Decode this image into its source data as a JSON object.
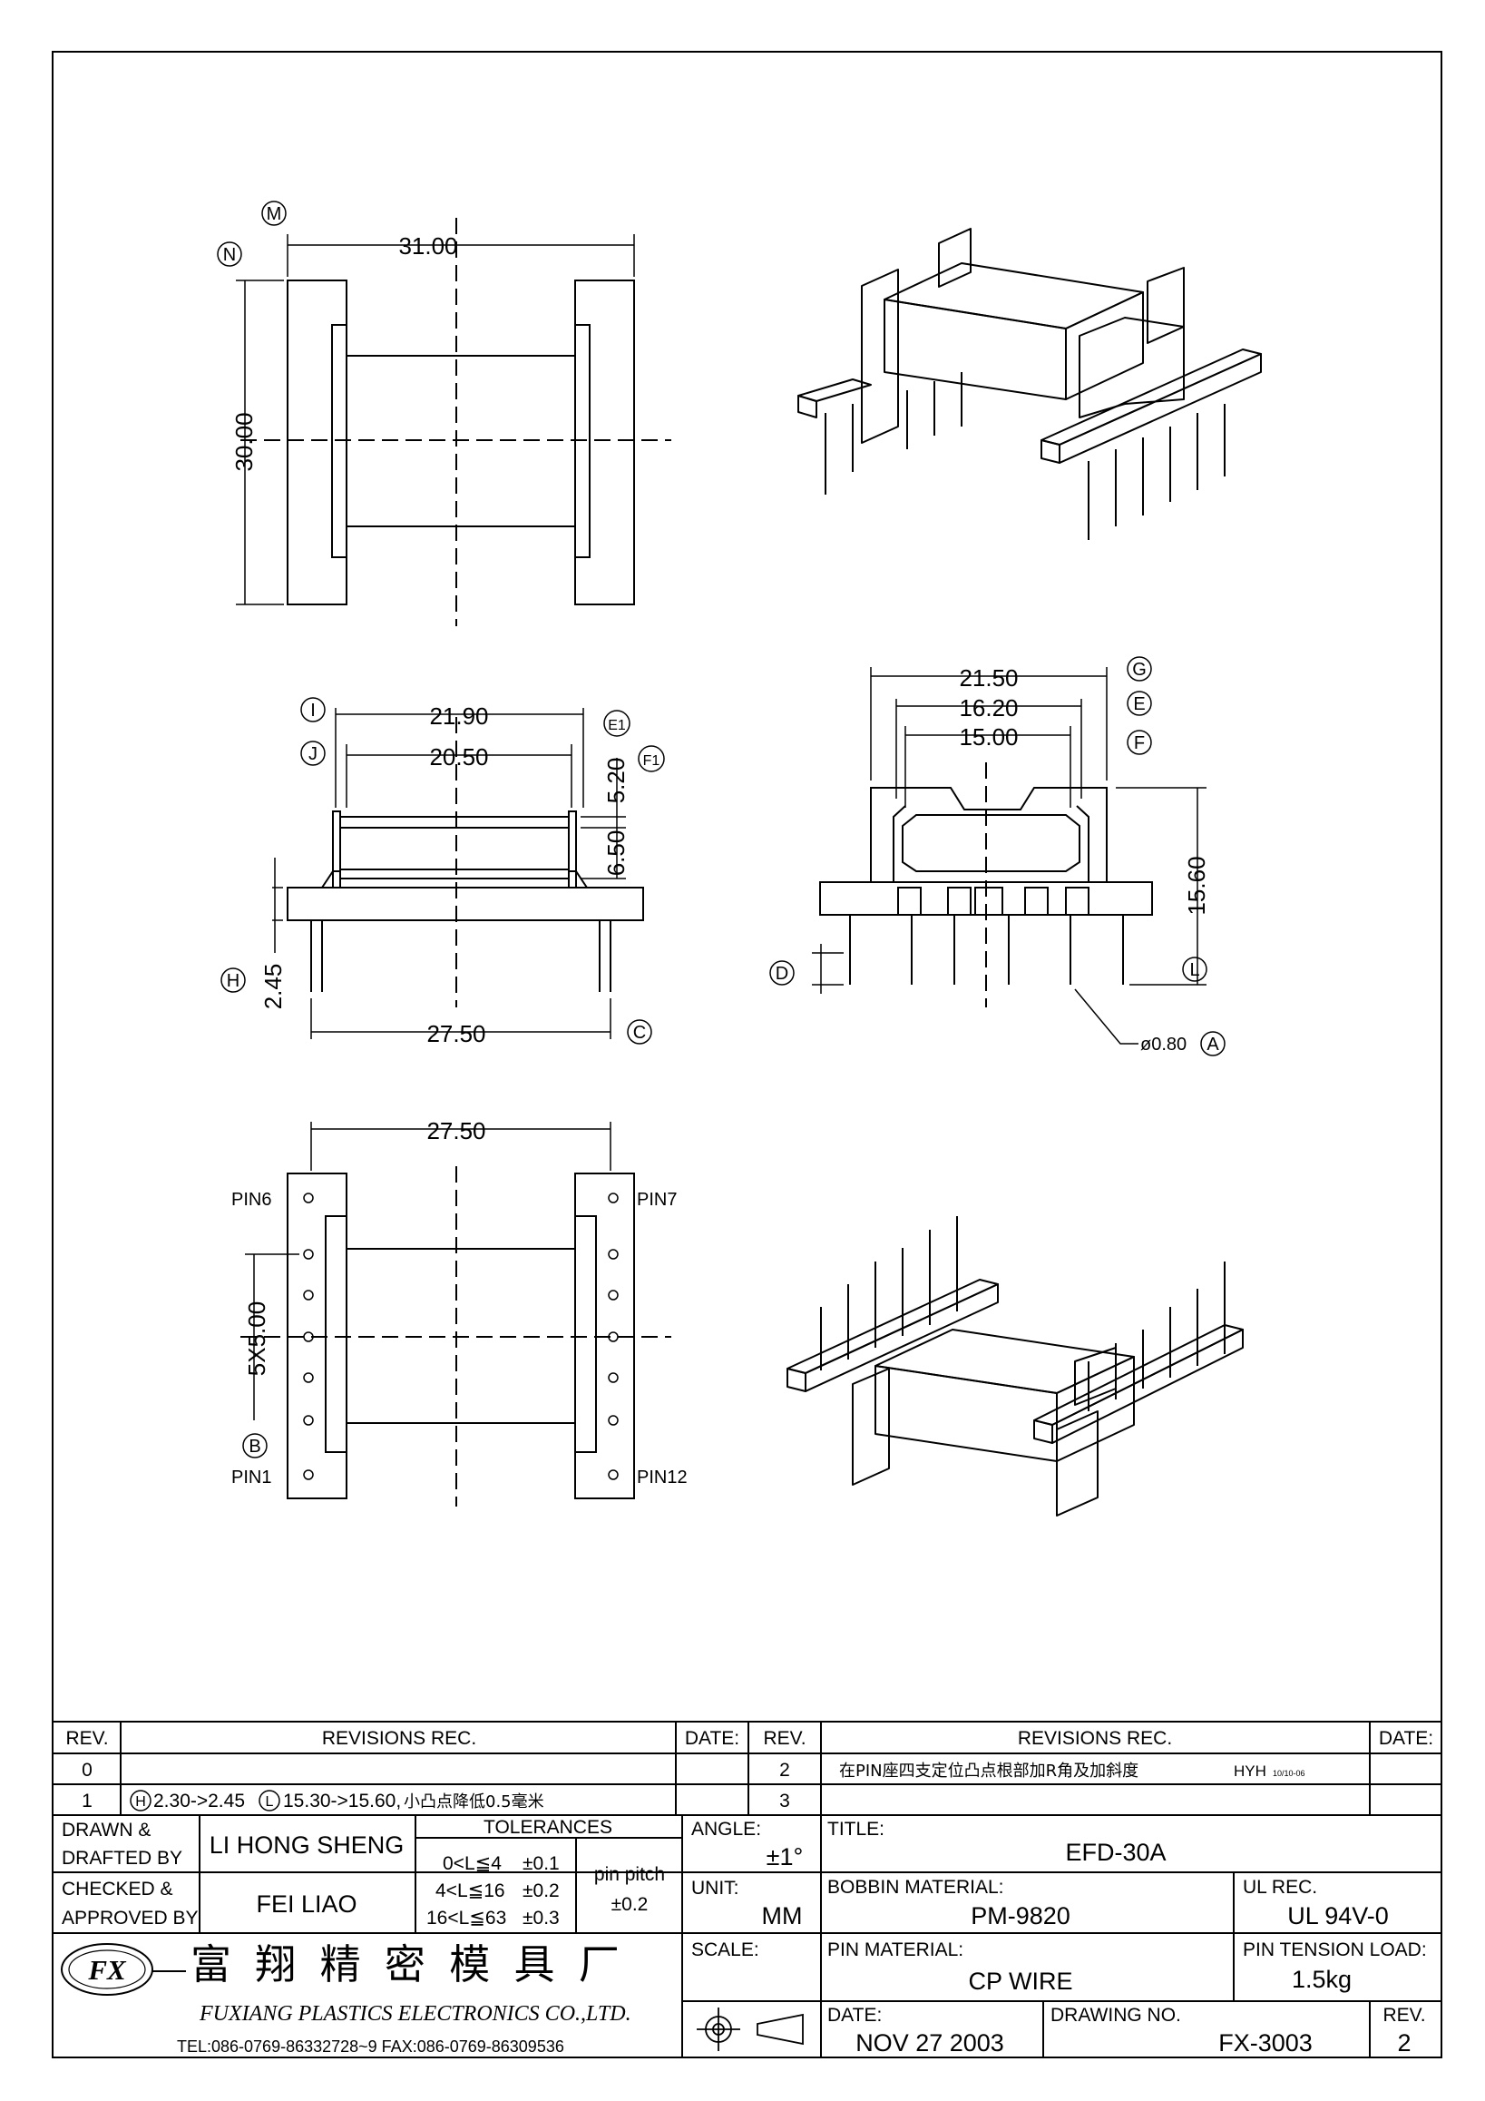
{
  "views": {
    "top": {
      "width_dim": "31.00",
      "height_dim": "30.00",
      "label_m": "M",
      "label_n": "N"
    },
    "side": {
      "d1": "21.90",
      "d2": "20.50",
      "d3": "5.20",
      "d4": "6.50",
      "d5": "2.45",
      "d6": "27.50",
      "label_i": "I",
      "label_j": "J",
      "label_e1": "E1",
      "label_f1": "F1",
      "label_h": "H",
      "label_c": "C"
    },
    "front": {
      "d1": "21.50",
      "d2": "16.20",
      "d3": "15.00",
      "d4": "15.60",
      "d5": "ø0.80",
      "label_g": "G",
      "label_e": "E",
      "label_f": "F",
      "label_l": "L",
      "label_d": "D",
      "label_a": "A"
    },
    "bottom": {
      "d1": "27.50",
      "d2": "5X5.00",
      "label_b": "B",
      "pin6": "PIN6",
      "pin7": "PIN7",
      "pin1": "PIN1",
      "pin12": "PIN12"
    }
  },
  "revisions": {
    "header": {
      "rev": "REV.",
      "rec": "REVISIONS   REC.",
      "date": "DATE:"
    },
    "left": [
      {
        "rev": "0",
        "text": "",
        "date": ""
      },
      {
        "rev": "1",
        "text": "2.30->2.45",
        "badge1": "H",
        "text2": "15.30->15.60,",
        "badge2": "L",
        "note": "小凸点降低0.5毫米",
        "date": ""
      }
    ],
    "right": [
      {
        "rev": "2",
        "text": "在PIN座四支定位凸点根部加R角及加斜度",
        "initials": "HYH",
        "small_date": "10/10-06",
        "date": ""
      },
      {
        "rev": "3",
        "text": "",
        "date": ""
      }
    ]
  },
  "title_block": {
    "drawn_label_1": "DRAWN  &",
    "drawn_label_2": "DRAFTED  BY",
    "drawn_by": "LI HONG SHENG",
    "checked_label_1": "CHECKED  &",
    "checked_label_2": "APPROVED  BY",
    "checked_by": "FEI LIAO",
    "tolerances_label": "TOLERANCES",
    "tol_rows": [
      {
        "range": "0<L≦4",
        "tol": "±0.1"
      },
      {
        "range": "4<L≦16",
        "tol": "±0.2"
      },
      {
        "range": "16<L≦63",
        "tol": "±0.3"
      }
    ],
    "pin_pitch_label": "pin  pitch",
    "pin_pitch_tol": "±0.2",
    "angle_label": "ANGLE:",
    "angle_value": "±1°",
    "unit_label": "UNIT:",
    "unit_value": "MM",
    "scale_label": "SCALE:",
    "title_label": "TITLE:",
    "title_value": "EFD-30A",
    "bobbin_material_label": "BOBBIN  MATERIAL:",
    "bobbin_material_value": "PM-9820",
    "ul_rec_label": "UL  REC.",
    "ul_rec_value": "UL 94V-0",
    "pin_material_label": "PIN  MATERIAL:",
    "pin_material_value": "CP WIRE",
    "pin_tension_label": "PIN  TENSION  LOAD:",
    "pin_tension_value": "1.5kg",
    "date_label": "DATE:",
    "date_value": "NOV  27  2003",
    "drawing_no_label": "DRAWING  NO.",
    "drawing_no_value": "FX-3003",
    "rev_label": "REV.",
    "rev_value": "2",
    "company_cn": "富 翔 精 密 模 具 厂",
    "company_en": "FUXIANG  PLASTICS  ELECTRONICS  CO.,LTD.",
    "company_tel": "TEL:086-0769-86332728~9  FAX:086-0769-86309536",
    "logo_text": "FX"
  }
}
